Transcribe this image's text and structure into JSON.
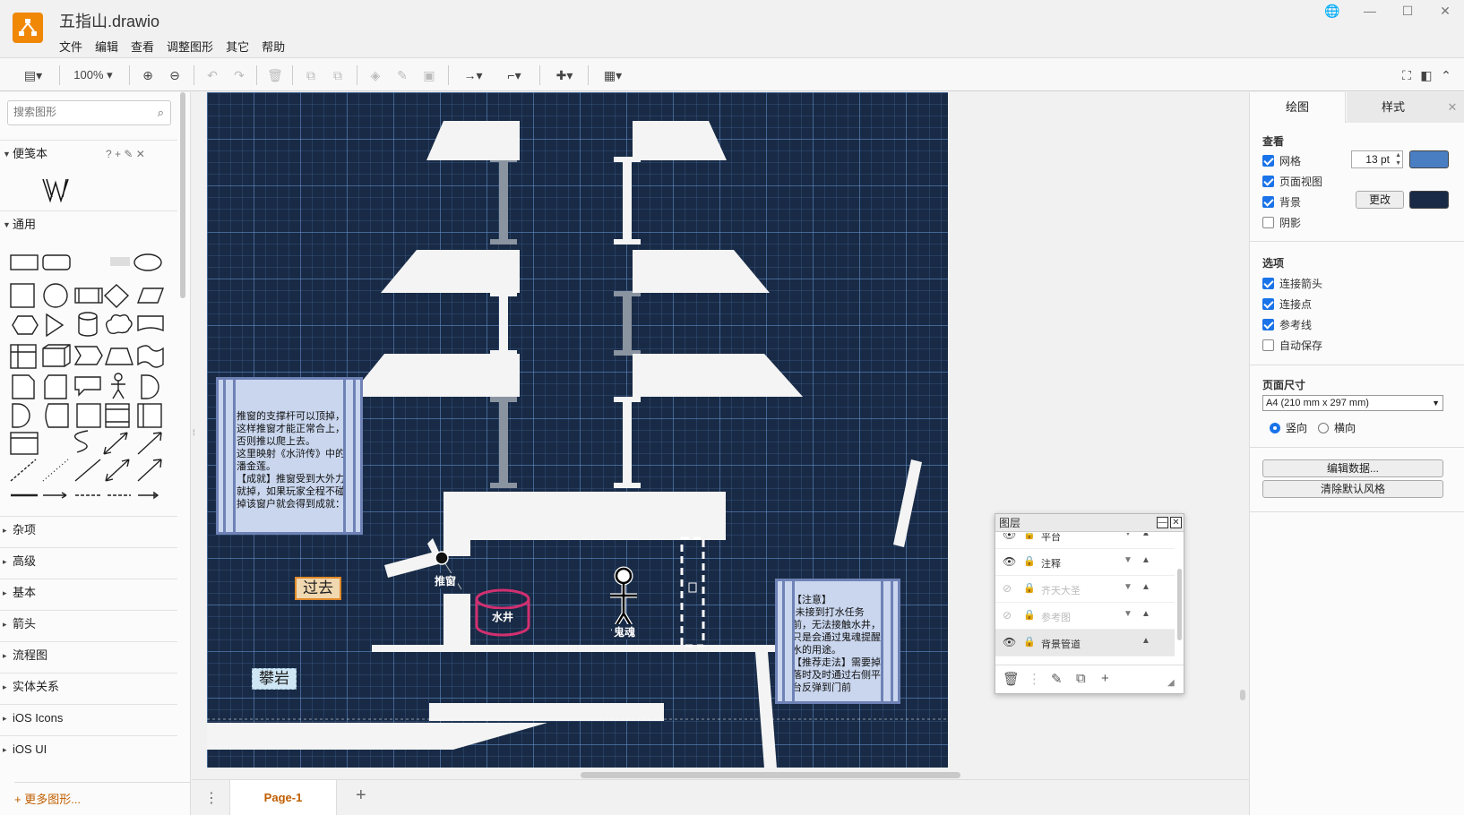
{
  "window": {
    "doc_title": "五指山.drawio",
    "controls": [
      "🌐",
      "—",
      "☐",
      "✕"
    ]
  },
  "menu": [
    "文件",
    "编辑",
    "查看",
    "调整图形",
    "其它",
    "帮助"
  ],
  "toolbar": {
    "zoom": "100%"
  },
  "sidebar": {
    "search_placeholder": "搜索图形",
    "scratchpad": "便笺本",
    "scratchpad_tools": "? + ✎ ✕",
    "general": "通用",
    "sections": [
      "杂项",
      "高级",
      "基本",
      "箭头",
      "流程图",
      "实体关系",
      "iOS Icons",
      "iOS UI"
    ],
    "more_shapes": "+ 更多图形..."
  },
  "canvas": {
    "note_left": "推窗的支撑杆可以顶掉，\n这样推窗才能正常合上，\n否则推以爬上去。\n这里映射《水浒传》中的\n潘金莲。\n【成就】推窗受到大外力\n就掉，如果玩家全程不碰\n掉该窗户就会得到成就：",
    "note_right": "【注意】\n-未接到打水任务\n前，无法接触水井，\n只是会通过鬼魂提醒\n水的用途。\n【推荐走法】需要掉\n落时及时通过右侧平\n台反弹到门前",
    "btn_past": "过去",
    "btn_climb": "攀岩",
    "label_window": "推窗",
    "label_well": "水井",
    "label_ghost": "鬼魂"
  },
  "pages": {
    "tab": "Page-1"
  },
  "right_panel": {
    "tab_draw": "绘图",
    "tab_style": "样式",
    "view_title": "查看",
    "view_options": [
      {
        "label": "网格",
        "checked": true
      },
      {
        "label": "页面视图",
        "checked": true
      },
      {
        "label": "背景",
        "checked": true
      },
      {
        "label": "阴影",
        "checked": false
      }
    ],
    "grid_size": "13 pt",
    "change_btn": "更改",
    "grid_color": "#4a7ec3",
    "bg_color": "#182a45",
    "options_title": "选项",
    "options": [
      {
        "label": "连接箭头",
        "checked": true
      },
      {
        "label": "连接点",
        "checked": true
      },
      {
        "label": "参考线",
        "checked": true
      },
      {
        "label": "自动保存",
        "checked": false
      }
    ],
    "page_size_title": "页面尺寸",
    "page_size": "A4 (210 mm x 297 mm)",
    "portrait": "竖向",
    "landscape": "横向",
    "edit_data": "编辑数据...",
    "clear_style": "清除默认风格"
  },
  "layers": {
    "title": "图层",
    "items": [
      {
        "name": "平台",
        "visible": true
      },
      {
        "name": "注释",
        "visible": true
      },
      {
        "name": "齐天大圣",
        "visible": false
      },
      {
        "name": "参考图",
        "visible": false
      },
      {
        "name": "背景管道",
        "visible": true
      }
    ]
  }
}
